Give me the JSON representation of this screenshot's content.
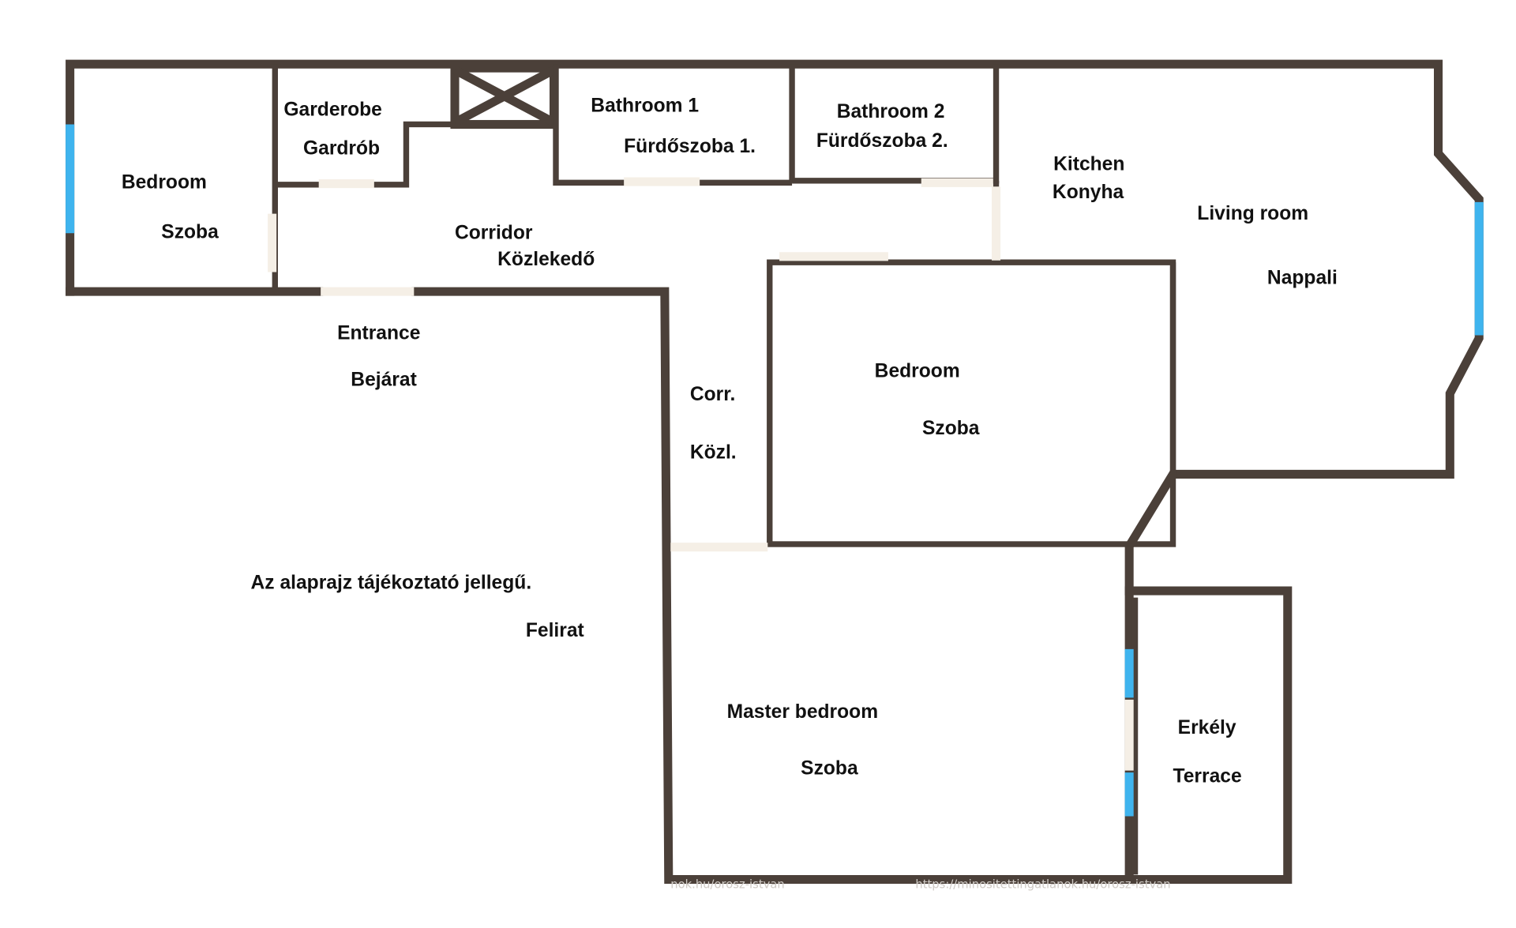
{
  "rooms": {
    "bedroom_left": {
      "en": "Bedroom",
      "hu": "Szoba"
    },
    "garderobe": {
      "en": "Garderobe",
      "hu": "Gardrób"
    },
    "bathroom1": {
      "en": "Bathroom 1",
      "hu": "Fürdőszoba 1."
    },
    "bathroom2": {
      "en": "Bathroom 2",
      "hu": "Fürdőszoba 2."
    },
    "kitchen": {
      "en": "Kitchen",
      "hu": "Konyha"
    },
    "living": {
      "en": "Living room",
      "hu": "Nappali"
    },
    "corridor": {
      "en": "Corridor",
      "hu": "Közlekedő"
    },
    "entrance": {
      "en": "Entrance",
      "hu": "Bejárat"
    },
    "corr_short": {
      "en": "Corr.",
      "hu": "Közl."
    },
    "bedroom_mid": {
      "en": "Bedroom",
      "hu": "Szoba"
    },
    "master": {
      "en": "Master bedroom",
      "hu": "Szoba"
    },
    "terrace": {
      "en": "Terrace",
      "hu": "Erkély"
    }
  },
  "notes": {
    "disclaimer": "Az alaprajz tájékoztató jellegű.",
    "caption": "Felirat"
  },
  "watermark": {
    "left": "nok.hu/orosz-istvan",
    "right": "https://minositettingatlanok.hu/orosz-istvan"
  },
  "colors": {
    "wall": "#4b4039",
    "window": "#3fb4ee",
    "door": "#f5efe6"
  }
}
